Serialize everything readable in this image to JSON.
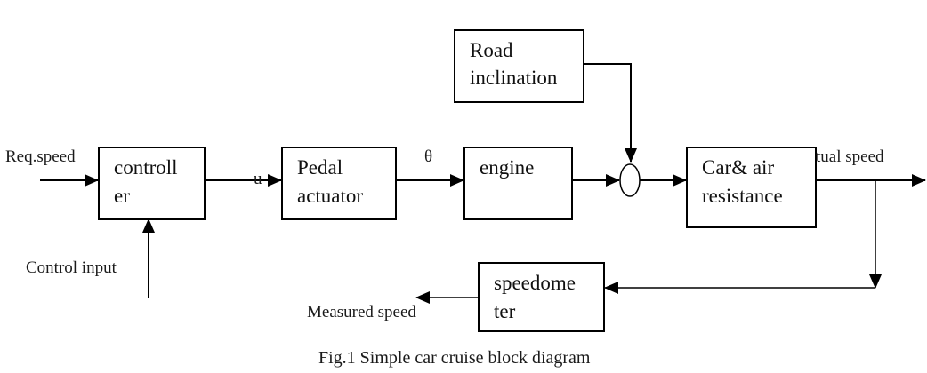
{
  "diagram": {
    "caption": "Fig.1 Simple car cruise block diagram",
    "blocks": {
      "controller": {
        "line1": "controll",
        "line2": "er"
      },
      "pedal_actuator": {
        "line1": "Pedal",
        "line2": "actuator"
      },
      "engine": {
        "line1": "engine"
      },
      "road_inclination": {
        "line1": "Road",
        "line2": "inclination"
      },
      "car_air_resistance": {
        "line1": "Car& air",
        "line2": "resistance"
      },
      "speedometer": {
        "line1": "speedome",
        "line2": "ter"
      }
    },
    "signals": {
      "req_speed": "Req.speed",
      "control_input": "Control input",
      "u": "u",
      "theta": "θ",
      "actual_speed": "tual speed",
      "measured_speed": "Measured speed"
    },
    "summing_junction": "summing-junction"
  }
}
